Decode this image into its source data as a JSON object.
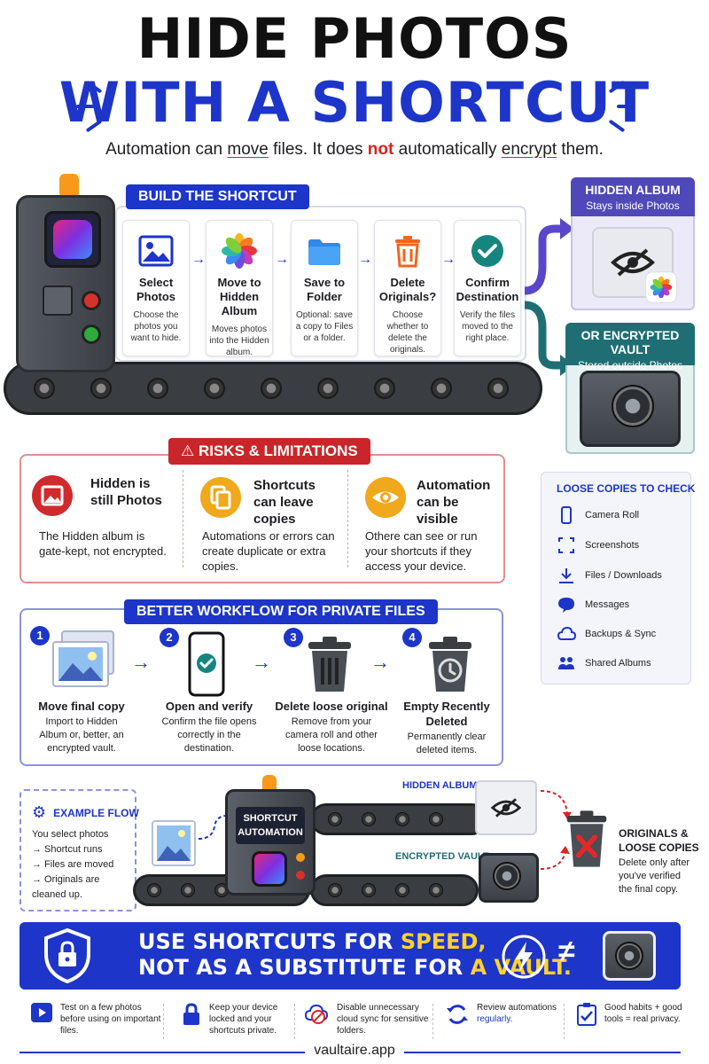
{
  "header": {
    "title_line1": "HIDE PHOTOS",
    "title_line2": "WITH A SHORTCUT",
    "subtitle": {
      "part1": "Automation can ",
      "move": "move",
      "part2": " files. It does ",
      "not": "not",
      "part3": " automatically ",
      "encrypt": "encrypt",
      "part4": " them."
    }
  },
  "build": {
    "label": "BUILD THE SHORTCUT",
    "steps": [
      {
        "title": "Select Photos",
        "desc": "Choose the photos you want to hide.",
        "icon": "image-icon"
      },
      {
        "title": "Move to Hidden Album",
        "desc": "Moves photos into the Hidden album.",
        "icon": "photos-flower-icon"
      },
      {
        "title": "Save to Folder",
        "desc": "Optional: save a copy to Files or a folder.",
        "icon": "folder-icon"
      },
      {
        "title": "Delete Originals?",
        "desc": "Choose whether to delete the originals.",
        "icon": "trash-icon"
      },
      {
        "title": "Confirm Destination",
        "desc": "Verify the files moved to the right place.",
        "icon": "check-circle-icon"
      }
    ],
    "dest_hidden": {
      "title": "HIDDEN ALBUM",
      "subtitle": "Stays inside Photos"
    },
    "dest_vault": {
      "title": "OR ENCRYPTED VAULT",
      "subtitle": "Stored outside Photos"
    }
  },
  "risks": {
    "label": "RISKS & LIMITATIONS",
    "items": [
      {
        "title": "Hidden is still Photos",
        "desc": "The Hidden album is gate-kept, not encrypted."
      },
      {
        "title": "Shortcuts can leave copies",
        "desc": "Automations or errors can create duplicate or extra copies."
      },
      {
        "title": "Automation can be visible",
        "desc": "Othere can see or run your shortcuts if they access your device."
      }
    ]
  },
  "loose": {
    "title": "LOOSE COPIES TO CHECK",
    "items": [
      "Camera Roll",
      "Screenshots",
      "Files / Downloads",
      "Messages",
      "Backups & Sync",
      "Shared Albums"
    ]
  },
  "workflow": {
    "label": "BETTER WORKFLOW FOR PRIVATE FILES",
    "steps": [
      {
        "num": "1",
        "title": "Move final copy",
        "desc": "Import to Hidden Album or, better, an encrypted vault."
      },
      {
        "num": "2",
        "title": "Open and verify",
        "desc": "Confirm the file opens correctly in the destination."
      },
      {
        "num": "3",
        "title": "Delete loose original",
        "desc": "Remove from your camera roll and other loose locations."
      },
      {
        "num": "4",
        "title": "Empty Recently Deleted",
        "desc": "Permanently clear deleted items."
      }
    ]
  },
  "example": {
    "title": "EXAMPLE FLOW",
    "lines": [
      "You select photos",
      "→ Shortcut runs",
      "→ Files are moved",
      "→ Originals are",
      "cleaned up."
    ],
    "machine_label_1": "SHORTCUT",
    "machine_label_2": "AUTOMATION",
    "hidden_label": "HIDDEN ALBUM",
    "vault_label": "ENCRYPTED VAULT",
    "originals_title_1": "ORIGINALS &",
    "originals_title_2": "LOOSE COPIES",
    "originals_desc": "Delete only after you've verified the final copy."
  },
  "banner": {
    "line1_a": "USE  SHORTCUTS FOR ",
    "line1_b": "SPEED,",
    "line2_a": "NOT AS A SUBSTITUTE FOR ",
    "line2_b": "A VAULT.",
    "neq": "≠"
  },
  "tips": [
    {
      "text": "Test on a few photos before using on important files.",
      "icon": "play-icon"
    },
    {
      "text": "Keep your device locked and your shortcuts private.",
      "icon": "lock-icon"
    },
    {
      "text": "Disable unnecessary cloud sync for sensitive folders.",
      "icon": "cloud-off-icon"
    },
    {
      "text_a": "Review automations ",
      "text_b": "regularly.",
      "icon": "refresh-icon"
    },
    {
      "text": "Good habits + good tools = real privacy.",
      "icon": "checklist-icon"
    }
  ],
  "footer": "vaultaire.app",
  "colors": {
    "blue": "#1d35c8",
    "red": "#c8262a",
    "teal": "#1f6e73",
    "purple": "#4f48b8",
    "yellow": "#ffd22b"
  }
}
